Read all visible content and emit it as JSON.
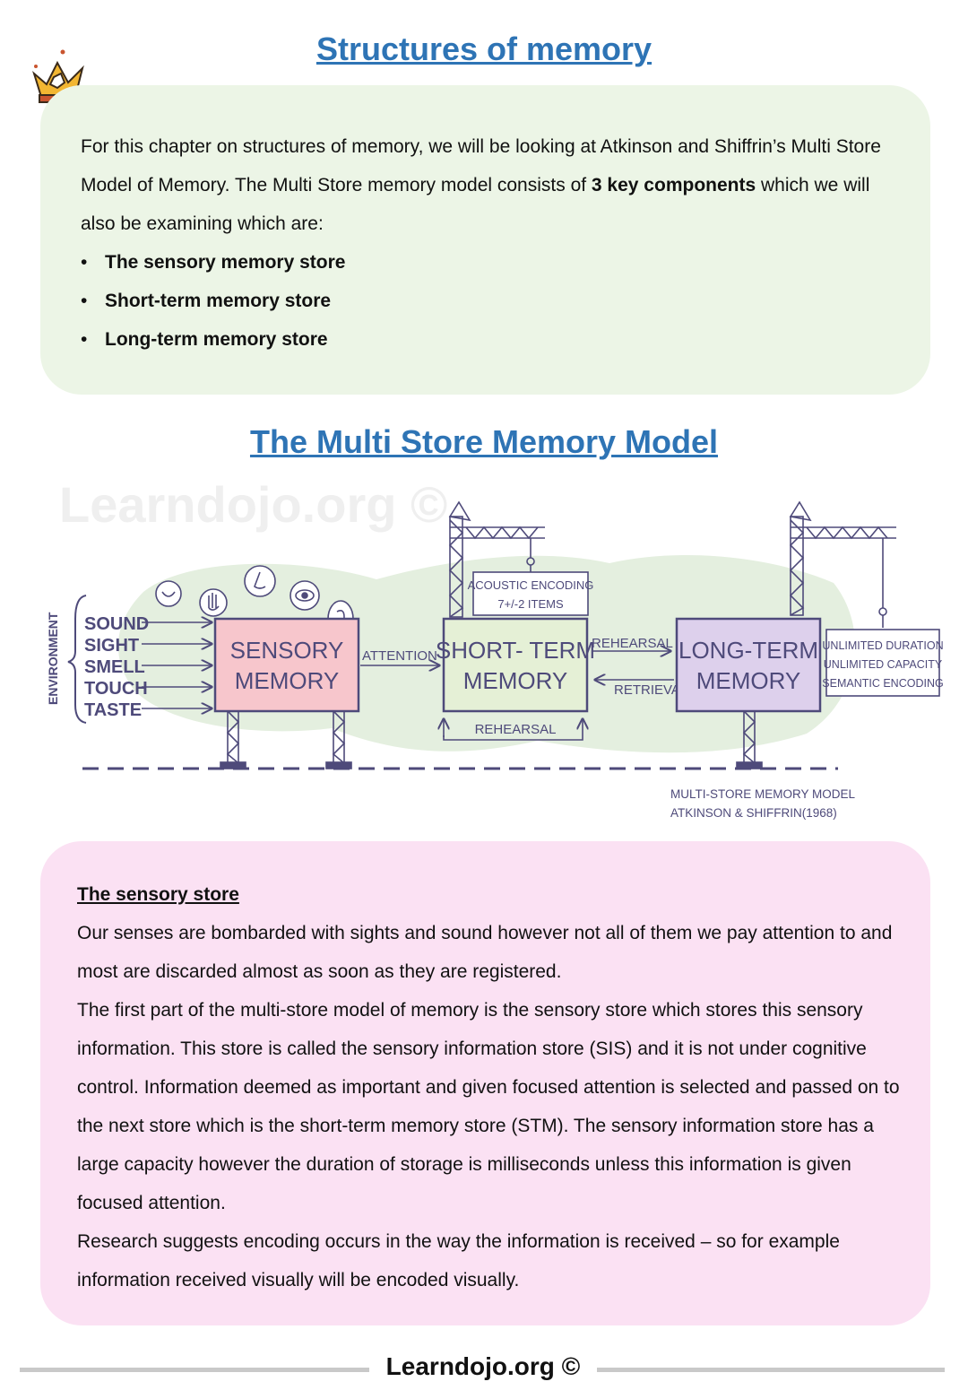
{
  "header": {
    "title": "Structures of memory"
  },
  "intro": {
    "text_before_bold": "For this chapter on structures of memory, we will be looking at Atkinson and Shiffrin’s Multi Store Model of Memory. The Multi Store memory model consists of ",
    "bold": "3 key components",
    "text_after_bold": " which we will also be examining which are:",
    "bullets": [
      "The sensory memory store",
      "Short-term memory store",
      "Long-term memory store"
    ]
  },
  "diagram": {
    "title": "The Multi Store Memory Model",
    "watermark": "Learndojo.org ©",
    "environment_label": "ENVIRONMENT",
    "senses": [
      "SOUND",
      "SIGHT",
      "SMELL",
      "TOUCH",
      "TASTE"
    ],
    "sensory_box": [
      "SENSORY",
      "MEMORY"
    ],
    "attention_label": "ATTENTION",
    "stm_box": [
      "SHORT- TERM",
      "MEMORY"
    ],
    "stm_sign": [
      "ACOUSTIC ENCODING",
      "7+/-2 ITEMS"
    ],
    "stm_loop_label": "REHEARSAL",
    "rehearsal_label": "REHEARSAL",
    "retrieval_label": "RETRIEVAL",
    "ltm_box": [
      "LONG-TERM",
      "MEMORY"
    ],
    "ltm_sign": [
      "UNLIMITED DURATION",
      "UNLIMITED CAPACITY",
      "SEMANTIC ENCODING"
    ],
    "caption": [
      "MULTI-STORE MEMORY MODEL",
      "ATKINSON  &  SHIFFRIN(1968)"
    ],
    "colors": {
      "sensory": "#f7c6cc",
      "stm": "#e5f0d6",
      "ltm": "#ddd0ec",
      "ink": "#4e4a7a",
      "blob": "#e4efdf"
    }
  },
  "sensory_store": {
    "heading": "The sensory store",
    "p1": "Our senses are bombarded with sights and sound however not all of them we pay attention to and most are discarded almost as soon as they are registered.",
    "p2": "The first part of the multi-store model of memory is the sensory store which stores this sensory information. This store is called the sensory information store (SIS) and it is not under cognitive control. Information deemed as important and given focused attention is selected and passed on to the next store which is the short-term memory store (STM). The sensory information store has a large capacity however the duration of storage is milliseconds unless this information is given focused attention.",
    "p3": "Research suggests encoding occurs in the way the information is received – so for example information received visually will be encoded visually."
  },
  "footer": {
    "text": "Learndojo.org ©"
  }
}
